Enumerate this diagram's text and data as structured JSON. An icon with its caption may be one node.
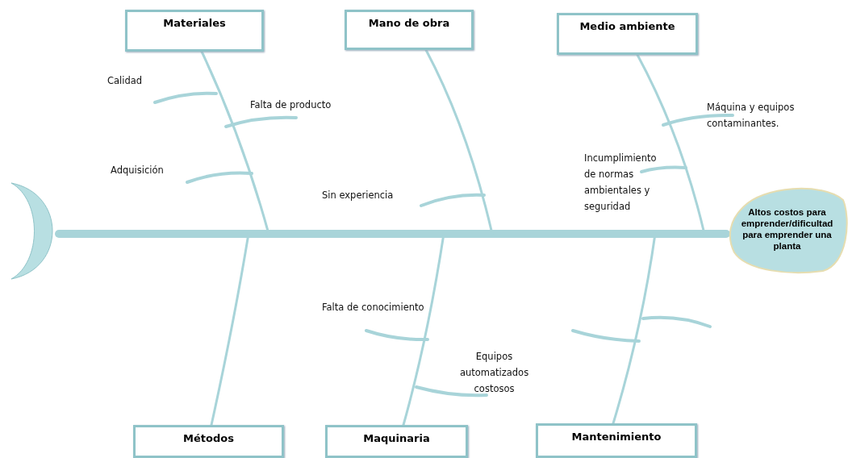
{
  "diagram": {
    "nodes": [
      {
        "text": [
          "Materiales"
        ]
      },
      {
        "text": [
          "Mano de obra"
        ]
      },
      {
        "text": [
          "Medio ambiente"
        ]
      },
      {
        "text": [
          "Métodos"
        ]
      },
      {
        "text": [
          "Maquinaria"
        ]
      },
      {
        "text": [
          "Mantenimiento"
        ]
      },
      {
        "text": [],
        "shape": "crescent"
      },
      {
        "text": [
          "Altos costos para emprender/dificultad para emprender una planta"
        ]
      }
    ],
    "edges": [
      {
        "from": 6,
        "to": 7,
        "arrow": "none",
        "style": "thick"
      },
      {
        "from": 0,
        "to": null,
        "arrow": "none"
      },
      {
        "from": 1,
        "to": null,
        "arrow": "none"
      },
      {
        "from": 2,
        "to": null,
        "arrow": "none"
      },
      {
        "from": 3,
        "to": null,
        "arrow": "none"
      },
      {
        "from": 4,
        "to": null,
        "arrow": "none"
      },
      {
        "from": 5,
        "to": null,
        "arrow": "none"
      }
    ],
    "labels": [
      "Calidad",
      "Falta de producto",
      "Adquisición",
      "Sin experiencia",
      "Máquina y equipos contaminantes.",
      "Incumplimiento de normas ambientales y seguridad",
      "Falta de conocimiento",
      "Equipos automatizados costosos"
    ]
  }
}
